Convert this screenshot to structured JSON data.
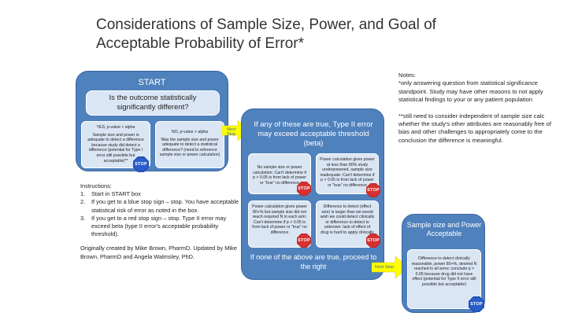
{
  "title": "Considerations of Sample Size, Power, and Goal of Acceptable Probability of Error*",
  "start_panel": {
    "heading": "START",
    "question": "Is the outcome statistically significantly different?",
    "yes_card": {
      "heading": "YES, p-value < alpha",
      "body": "Sample size and power is adequate to detect a difference because study did detect a difference (potential for Type I error still possible but acceptable)**"
    },
    "no_card": {
      "heading": "NO, p-value > alpha",
      "body": "Was the sample size and power adequate to detect a statistical difference? (need to reference sample size or power calculation)"
    }
  },
  "arrow_labels": {
    "next_step_1": "Next Step",
    "next_step_2": "Next Step"
  },
  "type2_panel": {
    "heading": "If any of these are true, Type II error may exceed acceptable threshold (beta)",
    "cards": [
      "No sample size or power calculation: Can't determine if p > 0.05 is from lack of power or \"true\" no difference",
      "Power calculation gives power at less than 80% study underpowered, sample size inadequate: Can't determine if p > 0.05 is from lack of power or \"true\" no difference",
      "Power calculation gives power 80+% but sample size did not reach required N in each arm: Can't determine if p > 0.05 is from lack of power or \"true\" no difference",
      "Difference to detect (effect size) is larger than we would wish we could detect clinically or difference to detect is unknown: lack of effect of drug is hard to apply clinically"
    ],
    "footer": "If none of the above are true, proceed to the right"
  },
  "acceptable_panel": {
    "heading": "Sample size and Power Acceptable",
    "card": "Difference to detect clinically reasonable, power 80+%, desired N reached in all arms: conclude p > 0.05 because drug did not have effect (potential for Type II error still possible but acceptable)"
  },
  "stop_label": "STOP",
  "notes": {
    "label": "Notes:",
    "note1": "*only answering question from statistical significance standpoint. Study may have other reasons to not apply statistical findings to your or any patient population",
    "note2": "**still need to consider independent of sample size calc whether the study's other attributes are reasonably free of bias and other challenges to appropriately come to the conclusion the difference is meaningful."
  },
  "instructions": {
    "label": "Instructions:",
    "items": [
      {
        "num": "1.",
        "text": "Start in START box"
      },
      {
        "num": "2.",
        "text": "If you get to a blue stop sign – stop. You have acceptable statistical risk of error as noted in the box."
      },
      {
        "num": "3.",
        "text": "If you get to a red stop sign – stop. Type II error may exceed beta (type II error's acceptable probability threshold)."
      }
    ],
    "credit": "Originally created by Mike Brown, PharmD. Updated by Mike Brown, PharmD and Angela Walmsley, PhD."
  },
  "colors": {
    "panel": "#4f81bd",
    "card": "#dbe6f4",
    "arrow": "#ffff00",
    "stop_blue": "#1f4fb4",
    "stop_red": "#c0282b"
  }
}
